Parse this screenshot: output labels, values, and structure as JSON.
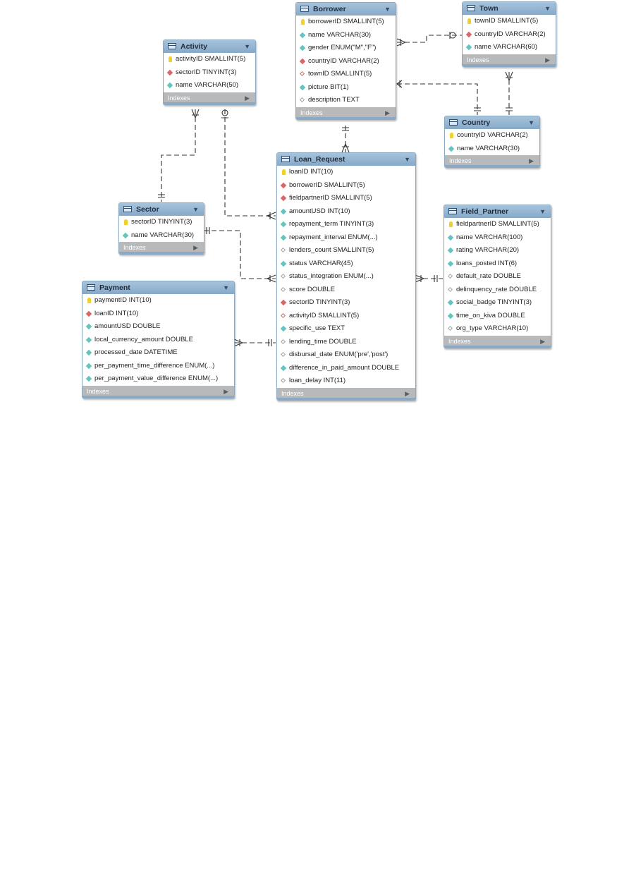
{
  "diagram": {
    "tables": {
      "activity": {
        "name": "Activity",
        "columns": [
          {
            "text": "activityID SMALLINT(5)",
            "kind": "key"
          },
          {
            "text": "sectorID TINYINT(3)",
            "kind": "fk"
          },
          {
            "text": "name VARCHAR(50)",
            "kind": "nn"
          }
        ],
        "footer": "Indexes"
      },
      "borrower": {
        "name": "Borrower",
        "columns": [
          {
            "text": "borrowerID SMALLINT(5)",
            "kind": "key"
          },
          {
            "text": "name VARCHAR(30)",
            "kind": "nn"
          },
          {
            "text": "gender ENUM(\"M\",\"F\")",
            "kind": "nn"
          },
          {
            "text": "countryID VARCHAR(2)",
            "kind": "fk"
          },
          {
            "text": "townID SMALLINT(5)",
            "kind": "fkn"
          },
          {
            "text": "picture BIT(1)",
            "kind": "nn"
          },
          {
            "text": "description TEXT",
            "kind": "nul"
          }
        ],
        "footer": "Indexes"
      },
      "town": {
        "name": "Town",
        "columns": [
          {
            "text": "townID SMALLINT(5)",
            "kind": "key"
          },
          {
            "text": "countryID VARCHAR(2)",
            "kind": "fk"
          },
          {
            "text": "name VARCHAR(60)",
            "kind": "nn"
          }
        ],
        "footer": "Indexes"
      },
      "country": {
        "name": "Country",
        "columns": [
          {
            "text": "countryID VARCHAR(2)",
            "kind": "key"
          },
          {
            "text": "name VARCHAR(30)",
            "kind": "nn"
          }
        ],
        "footer": "Indexes"
      },
      "sector": {
        "name": "Sector",
        "columns": [
          {
            "text": "sectorID TINYINT(3)",
            "kind": "key"
          },
          {
            "text": "name VARCHAR(30)",
            "kind": "nn"
          }
        ],
        "footer": "Indexes"
      },
      "loan_request": {
        "name": "Loan_Request",
        "columns": [
          {
            "text": "loanID INT(10)",
            "kind": "key"
          },
          {
            "text": "borrowerID SMALLINT(5)",
            "kind": "fk"
          },
          {
            "text": "fieldpartnerID SMALLINT(5)",
            "kind": "fk"
          },
          {
            "text": "amountUSD INT(10)",
            "kind": "nn"
          },
          {
            "text": "repayment_term TINYINT(3)",
            "kind": "nn"
          },
          {
            "text": "repayment_interval ENUM(...)",
            "kind": "nn"
          },
          {
            "text": "lenders_count SMALLINT(5)",
            "kind": "nul"
          },
          {
            "text": "status VARCHAR(45)",
            "kind": "nn"
          },
          {
            "text": "status_integration ENUM(...)",
            "kind": "nul"
          },
          {
            "text": "score DOUBLE",
            "kind": "nul"
          },
          {
            "text": "sectorID TINYINT(3)",
            "kind": "fk"
          },
          {
            "text": "activityID SMALLINT(5)",
            "kind": "fkn"
          },
          {
            "text": "specific_use TEXT",
            "kind": "nn"
          },
          {
            "text": "lending_time DOUBLE",
            "kind": "nul"
          },
          {
            "text": "disbursal_date ENUM('pre','post')",
            "kind": "nul"
          },
          {
            "text": "difference_in_paid_amount DOUBLE",
            "kind": "nn"
          },
          {
            "text": "loan_delay INT(11)",
            "kind": "nul"
          }
        ],
        "footer": "Indexes"
      },
      "field_partner": {
        "name": "Field_Partner",
        "columns": [
          {
            "text": "fieldpartnerID SMALLINT(5)",
            "kind": "key"
          },
          {
            "text": "name VARCHAR(100)",
            "kind": "nn"
          },
          {
            "text": "rating VARCHAR(20)",
            "kind": "nn"
          },
          {
            "text": "loans_posted INT(6)",
            "kind": "nn"
          },
          {
            "text": "default_rate DOUBLE",
            "kind": "nul"
          },
          {
            "text": "delinquency_rate DOUBLE",
            "kind": "nul"
          },
          {
            "text": "social_badge TINYINT(3)",
            "kind": "nn"
          },
          {
            "text": "time_on_kiva DOUBLE",
            "kind": "nn"
          },
          {
            "text": "org_type VARCHAR(10)",
            "kind": "nul"
          }
        ],
        "footer": "Indexes"
      },
      "payment": {
        "name": "Payment",
        "columns": [
          {
            "text": "paymentID INT(10)",
            "kind": "key"
          },
          {
            "text": "loanID INT(10)",
            "kind": "fk"
          },
          {
            "text": "amountUSD DOUBLE",
            "kind": "nn"
          },
          {
            "text": "local_currency_amount DOUBLE",
            "kind": "nn"
          },
          {
            "text": "processed_date DATETIME",
            "kind": "nn"
          },
          {
            "text": "per_payment_time_difference ENUM(...)",
            "kind": "nn"
          },
          {
            "text": "per_payment_value_difference ENUM(...)",
            "kind": "nn"
          }
        ],
        "footer": "Indexes"
      }
    },
    "colors": {
      "header": "#8fb1cf",
      "footer": "#b7b9bb",
      "connector": "#333333",
      "key": "#f2d02a",
      "foreign_key": "#d9676a",
      "not_null": "#62c5c0"
    }
  }
}
